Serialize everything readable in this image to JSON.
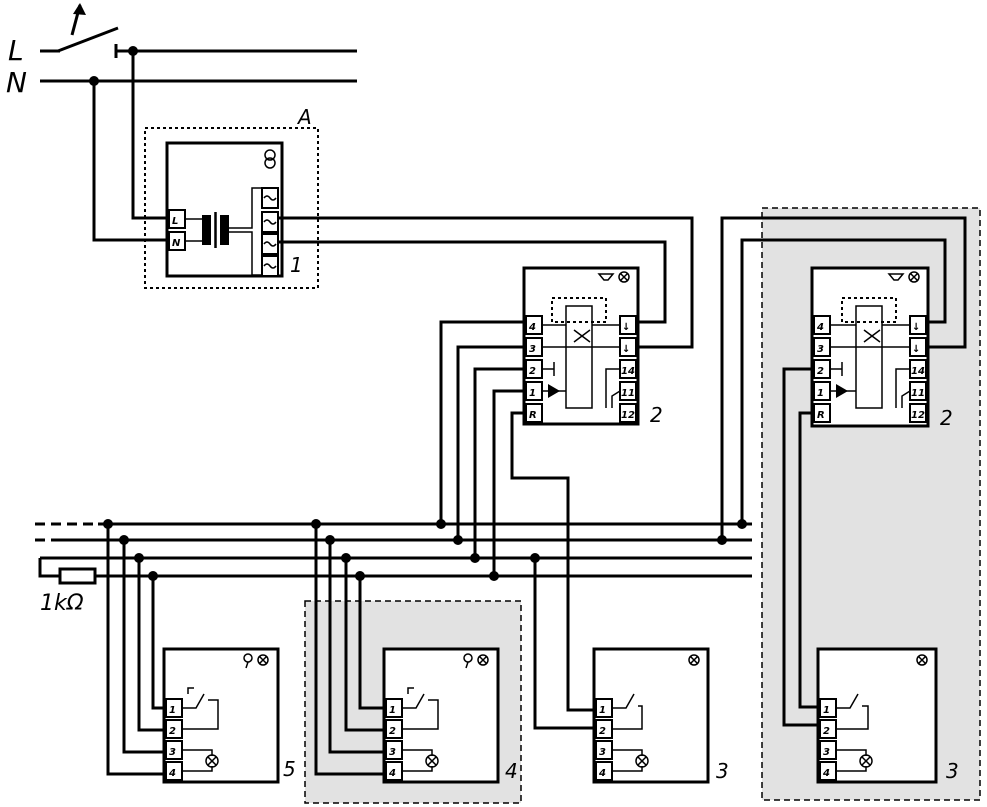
{
  "supply": {
    "line_label": "L",
    "neutral_label": "N"
  },
  "resistor": {
    "label": "1kΩ"
  },
  "group_a": {
    "label": "A"
  },
  "transformer": {
    "number": "1",
    "terminals": [
      "L",
      "N"
    ]
  },
  "actuators": [
    {
      "number": "2",
      "left_terminals": [
        "4",
        "3",
        "2",
        "1",
        "R"
      ],
      "right_terminals": [
        "↓",
        "↓",
        "14",
        "11",
        "12"
      ]
    },
    {
      "number": "2",
      "left_terminals": [
        "4",
        "3",
        "2",
        "1",
        "R"
      ],
      "right_terminals": [
        "↓",
        "↓",
        "14",
        "11",
        "12"
      ]
    }
  ],
  "stations": [
    {
      "number": "5",
      "terminals": [
        "1",
        "2",
        "3",
        "4"
      ]
    },
    {
      "number": "4",
      "terminals": [
        "1",
        "2",
        "3",
        "4"
      ]
    },
    {
      "number": "3",
      "terminals": [
        "1",
        "2",
        "3",
        "4"
      ]
    },
    {
      "number": "3",
      "terminals": [
        "1",
        "2",
        "3",
        "4"
      ]
    }
  ]
}
